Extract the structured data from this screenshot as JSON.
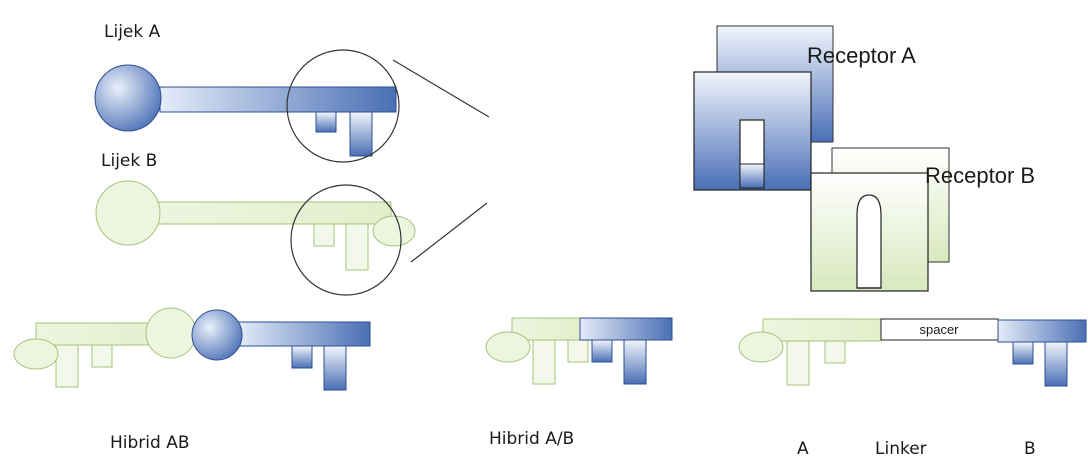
{
  "keys": {
    "drug_a_label": "Lijek A",
    "drug_b_label": "Lijek B"
  },
  "receptors": {
    "receptor_a_label": "Receptor A",
    "receptor_b_label": "Receptor B"
  },
  "hybrids": {
    "hybrid_ab_label": "Hibrid AB",
    "hybrid_a_b_label": "Hibrid A/B",
    "spacer_label": "spacer",
    "linker_a_label": "A",
    "linker_label": "Linker",
    "linker_b_label": "B"
  },
  "colors": {
    "blue_light": "#dbe6f6",
    "blue_dark": "#4a6fb5",
    "blue_stroke": "#2f4f8f",
    "green_fill": "#eef5df",
    "green_stroke": "#a5c27a",
    "outline": "#333333",
    "text": "#1a1a1a"
  }
}
